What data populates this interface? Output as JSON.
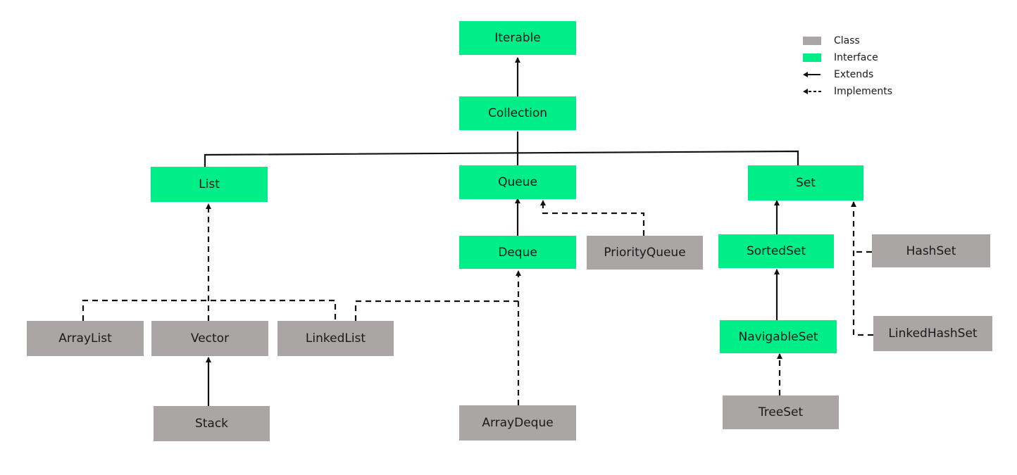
{
  "nodes": {
    "iterable": "Iterable",
    "collection": "Collection",
    "list": "List",
    "queue": "Queue",
    "set": "Set",
    "deque": "Deque",
    "priority_queue": "PriorityQueue",
    "sorted_set": "SortedSet",
    "hash_set": "HashSet",
    "array_list": "ArrayList",
    "vector": "Vector",
    "linked_list": "LinkedList",
    "navigable_set": "NavigableSet",
    "linked_hash_set": "LinkedHashSet",
    "stack": "Stack",
    "array_deque": "ArrayDeque",
    "tree_set": "TreeSet"
  },
  "legend": {
    "class": "Class",
    "interface": "Interface",
    "extends": "Extends",
    "implements": "Implements"
  },
  "colors": {
    "interface": "#00ee88",
    "class": "#aaa6a6",
    "line": "#111111"
  }
}
